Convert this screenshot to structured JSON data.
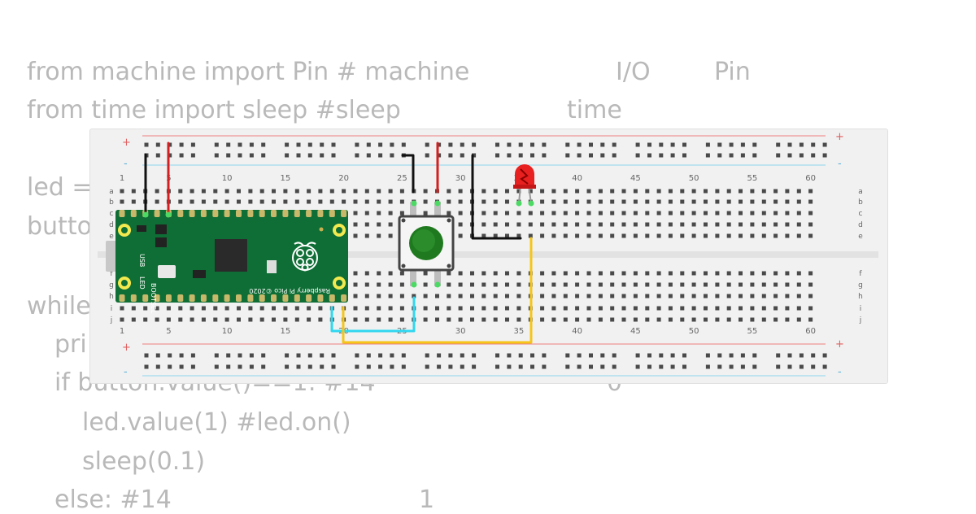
{
  "code_lines": [
    {
      "text": "from machine import Pin # machine",
      "notes": [
        "I/O",
        "Pin"
      ]
    },
    {
      "text": "from time import sleep #sleep",
      "notes": [
        "time"
      ]
    },
    {
      "text": "",
      "notes": []
    },
    {
      "text": "led = ",
      "notes": []
    },
    {
      "text": "butto",
      "notes": []
    },
    {
      "text": "",
      "notes": []
    },
    {
      "text": "while",
      "notes": []
    },
    {
      "text": "  pri",
      "notes": []
    },
    {
      "text": "  if button.value()==1: #14",
      "notes": [
        "0"
      ]
    },
    {
      "text": "    led.value(1) #led.on()",
      "notes": []
    },
    {
      "text": "    sleep(0.1)",
      "notes": []
    },
    {
      "text": "  else: #14",
      "notes": [
        "1"
      ]
    }
  ],
  "breadboard": {
    "column_numbers": [
      "1",
      "5",
      "10",
      "15",
      "20",
      "25",
      "30",
      "35",
      "40",
      "45",
      "50",
      "55",
      "60"
    ],
    "rows_top": [
      "a",
      "b",
      "c",
      "d",
      "e"
    ],
    "rows_bottom": [
      "f",
      "g",
      "h",
      "i",
      "j"
    ],
    "rail_plus": "+",
    "rail_minus": "-"
  },
  "pico": {
    "name": "Raspberry Pi Pico ©2020",
    "labels": [
      "USB",
      "LED",
      "BOOTSEL"
    ]
  },
  "colors": {
    "board_green": "#0f6e35",
    "button_green": "#1f7a1f",
    "led_red": "#e82020",
    "wire_red": "#d42020",
    "wire_black": "#111111",
    "wire_cyan": "#30d7f0",
    "wire_yellow": "#f5c518",
    "rail_red": "#f08080",
    "rail_blue": "#8fd5ee"
  },
  "components": [
    "raspberry-pi-pico",
    "push-button",
    "red-led"
  ]
}
